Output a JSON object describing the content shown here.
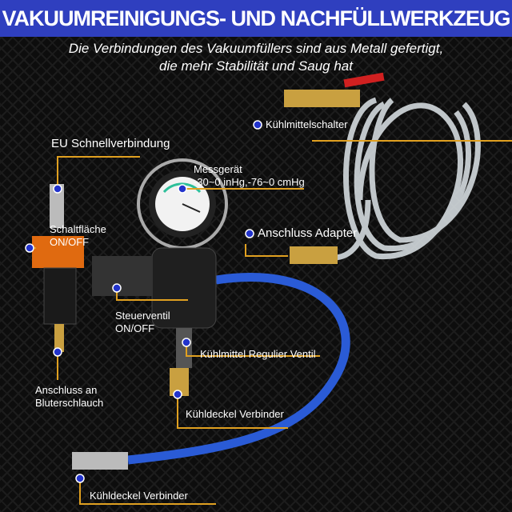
{
  "title": "VAKUUMREINIGUNGS- UND NACHFÜLLWERKZEUG",
  "subtitle": [
    "Die Verbindungen des Vakuumfüllers sind aus Metall gefertigt,",
    "die mehr Stabilität und Saug hat"
  ],
  "labels": {
    "kuehlmittelschalter": "Kühlmittelschalter",
    "eu_schnell": "EU Schnellverbindung",
    "messgeraet": [
      "Messgerät",
      "-30~0 inHg,-76~0 cmHg"
    ],
    "schaltflaeche": [
      "Schaltfläche",
      "ON/OFF"
    ],
    "anschluss_adapter": "Anschluss Adapter",
    "steuerventil": [
      "Steuerventil",
      "ON/OFF"
    ],
    "regulier_ventil": "Kühlmittel Regulier Ventil",
    "anschluss_bluter": [
      "Anschluss an",
      "Bluterschlauch"
    ],
    "kuehldeckel_1": "Kühldeckel Verbinder",
    "kuehldeckel_2": "Kühldeckel Verbinder"
  },
  "colors": {
    "banner": "#2f3fbf",
    "leader": "#e0a020",
    "dot": "#2233cc",
    "hose_blue": "#2a5bd6"
  }
}
